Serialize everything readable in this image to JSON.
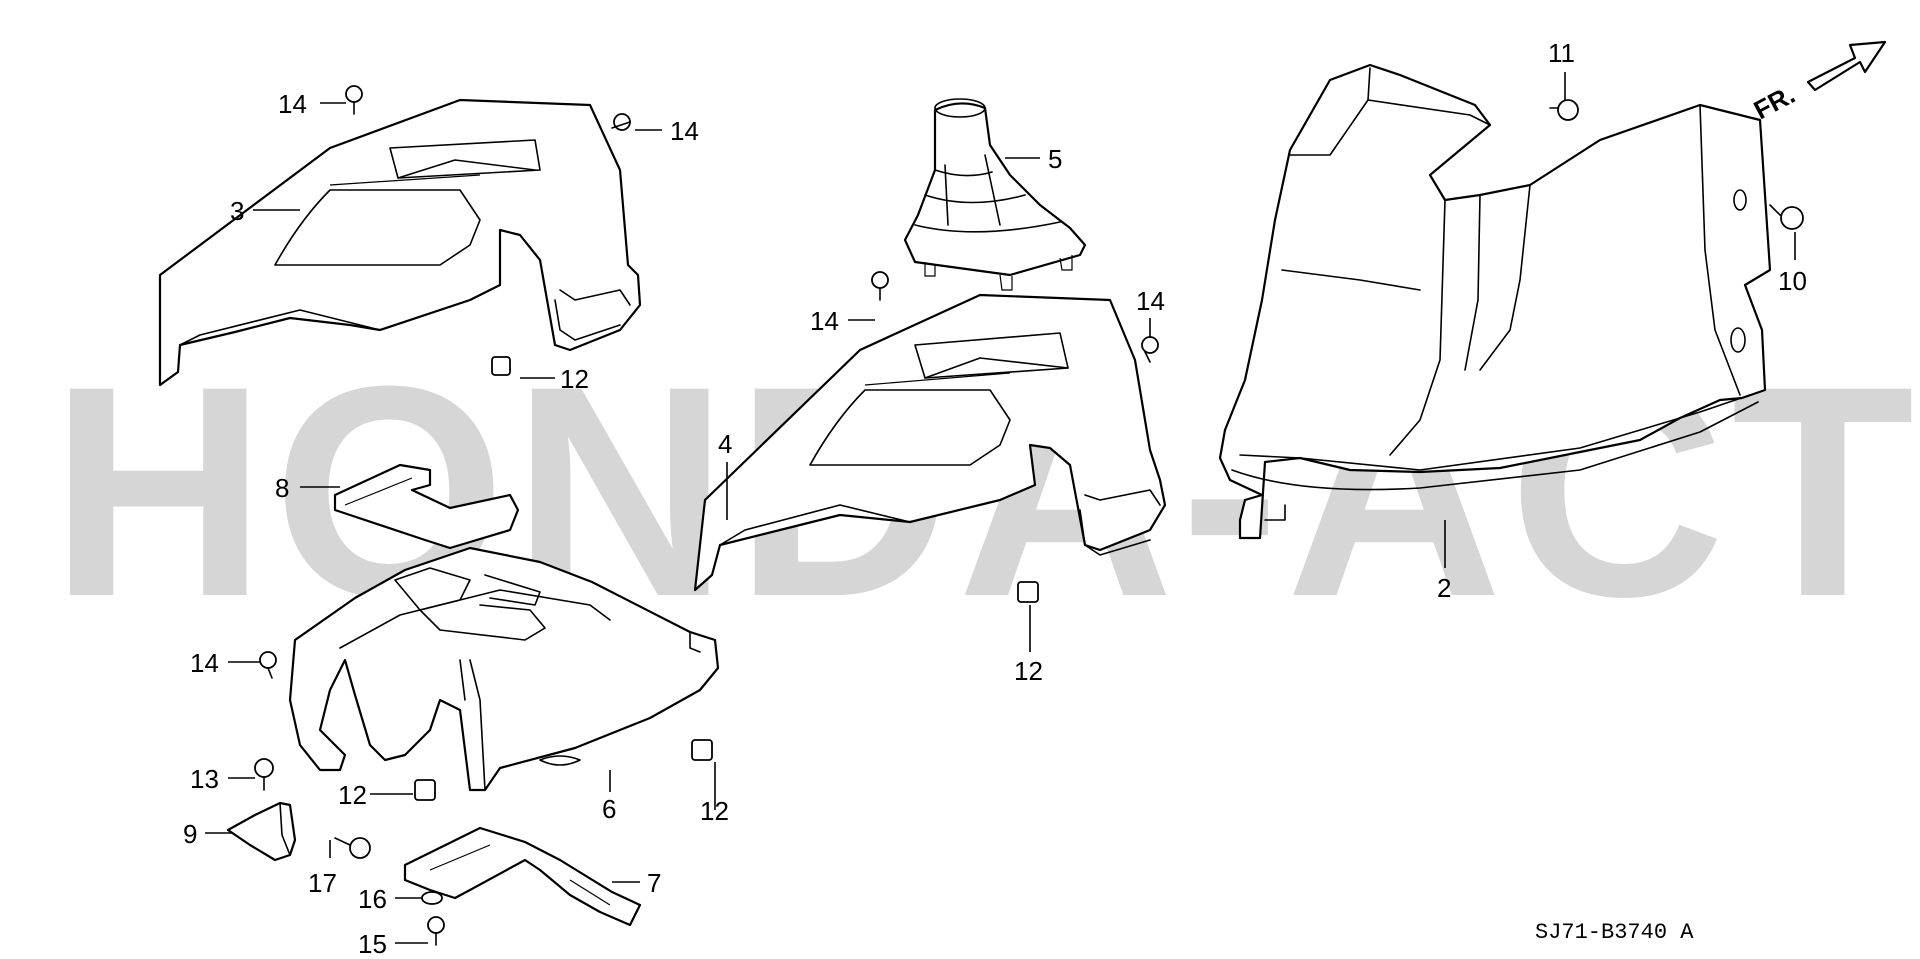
{
  "watermark": "HONDA-ACTY.COM",
  "diagram_code": "SJ71-B3740 A",
  "direction_label": "FR.",
  "callouts": {
    "c2": "2",
    "c3": "3",
    "c4": "4",
    "c5": "5",
    "c6": "6",
    "c7": "7",
    "c8": "8",
    "c9": "9",
    "c10": "10",
    "c11": "11",
    "c12a": "12",
    "c12b": "12",
    "c12c": "12",
    "c12d": "12",
    "c13": "13",
    "c14a": "14",
    "c14b": "14",
    "c14c": "14",
    "c14d": "14",
    "c14e": "14",
    "c15": "15",
    "c16": "16",
    "c17": "17"
  },
  "icons": {
    "direction": "fr-arrow-icon",
    "fastener": "clip-icon"
  },
  "colors": {
    "line": "#000000",
    "watermark": "#d6d6d6",
    "background": "#ffffff"
  }
}
